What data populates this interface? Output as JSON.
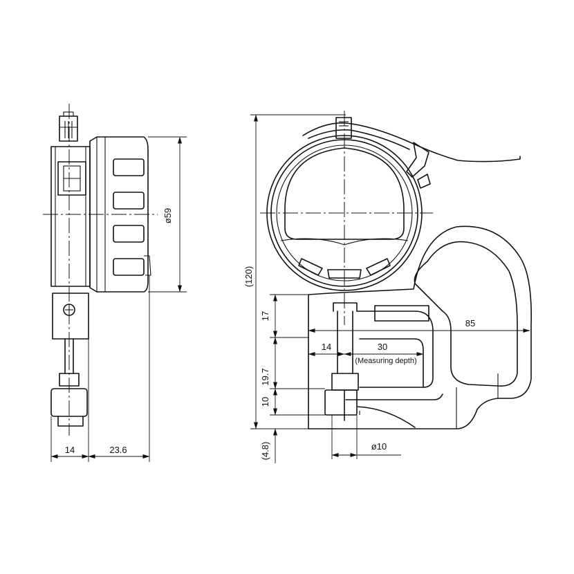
{
  "drawing": {
    "side_view": {
      "dims": {
        "dial_diameter": "ø59",
        "depth_left": "14",
        "depth_right": "23.6"
      }
    },
    "front_view": {
      "dims": {
        "overall_height": "(120)",
        "frame_height": "17",
        "throat_depth": "85",
        "anvil_offset": "14",
        "measuring_depth": "30",
        "measuring_depth_note": "(Measuring depth)",
        "gap": "19.7",
        "anvil_height": "10",
        "bottom": "(4.8)",
        "anvil_diameter": "ø10"
      }
    }
  }
}
